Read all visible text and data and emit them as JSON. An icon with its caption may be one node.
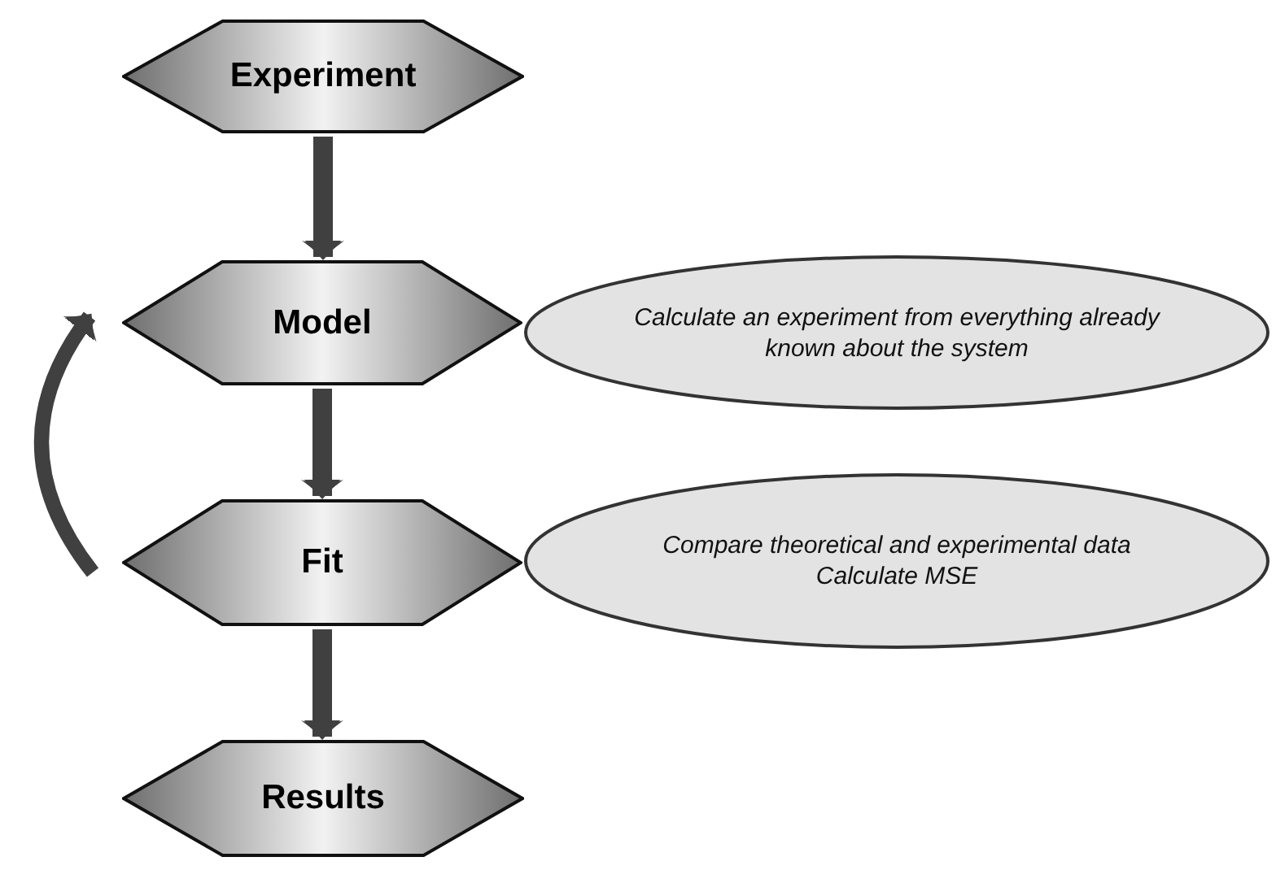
{
  "diagram": {
    "nodes": [
      {
        "text": [
          "Experiment"
        ]
      },
      {
        "text": [
          "Model"
        ]
      },
      {
        "text": [
          "Calculate an experiment from everything already known about the system"
        ]
      },
      {
        "text": [
          "Fit"
        ]
      },
      {
        "text": [
          "Compare theoretical and experimental data",
          "Calculate MSE"
        ]
      },
      {
        "text": [
          "Results"
        ]
      }
    ],
    "edges": [
      {
        "from": 0,
        "to": 1,
        "arrow": "to"
      },
      {
        "from": 1,
        "to": 3,
        "arrow": "to"
      },
      {
        "from": 3,
        "to": 5,
        "arrow": "to"
      },
      {
        "from": 3,
        "to": 1,
        "arrow": "to"
      }
    ]
  }
}
